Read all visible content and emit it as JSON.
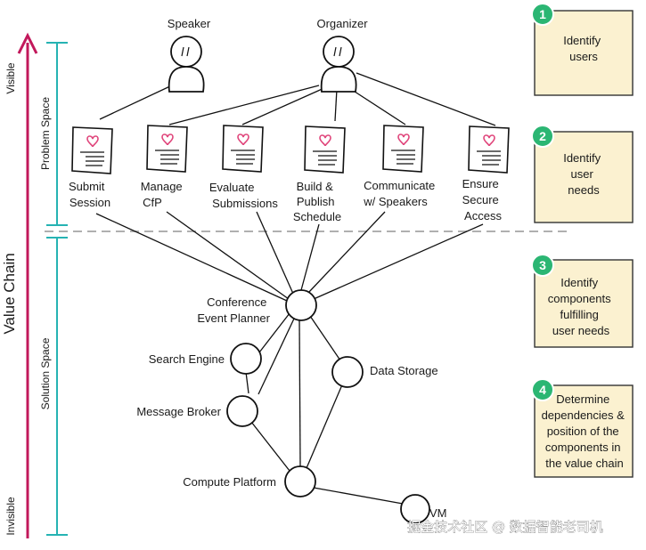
{
  "axis": {
    "title": "Value Chain",
    "top_label": "Visible",
    "bottom_label": "Invisible",
    "color": "#c2185b"
  },
  "spaces": {
    "problem": "Problem Space",
    "solution": "Solution Space",
    "color": "#26b3b3"
  },
  "users": [
    {
      "id": "speaker",
      "label": "Speaker"
    },
    {
      "id": "organizer",
      "label": "Organizer"
    }
  ],
  "needs": [
    {
      "id": "submit",
      "lines": [
        "Submit",
        "Session"
      ]
    },
    {
      "id": "cfp",
      "lines": [
        "Manage",
        "CfP"
      ]
    },
    {
      "id": "evaluate",
      "lines": [
        "Evaluate",
        "Submissions"
      ]
    },
    {
      "id": "publish",
      "lines": [
        "Build &",
        "Publish",
        "Schedule"
      ]
    },
    {
      "id": "communicate",
      "lines": [
        "Communicate",
        "w/ Speakers"
      ]
    },
    {
      "id": "access",
      "lines": [
        "Ensure",
        "Secure",
        "Access"
      ]
    }
  ],
  "components": [
    {
      "id": "planner",
      "lines": [
        "Conference",
        "Event Planner"
      ]
    },
    {
      "id": "search",
      "lines": [
        "Search Engine"
      ]
    },
    {
      "id": "storage",
      "lines": [
        "Data Storage"
      ]
    },
    {
      "id": "broker",
      "lines": [
        "Message Broker"
      ]
    },
    {
      "id": "compute",
      "lines": [
        "Compute Platform"
      ]
    },
    {
      "id": "vm",
      "lines": [
        "VM"
      ]
    }
  ],
  "notes": [
    {
      "number": "1",
      "lines": [
        "Identify",
        "users"
      ]
    },
    {
      "number": "2",
      "lines": [
        "Identify",
        "user",
        "needs"
      ]
    },
    {
      "number": "3",
      "lines": [
        "Identify",
        "components",
        "fulfilling",
        "user needs"
      ]
    },
    {
      "number": "4",
      "lines": [
        "Determine",
        "dependencies &",
        "position of the",
        "components in",
        "the value chain"
      ]
    }
  ],
  "colors": {
    "note_fill": "#fbf1d0",
    "badge": "#2bb673",
    "heart": "#e0457b",
    "divider": "#b0b0b0"
  },
  "watermark": "掘金技术社区 @ 数据智能老司机"
}
